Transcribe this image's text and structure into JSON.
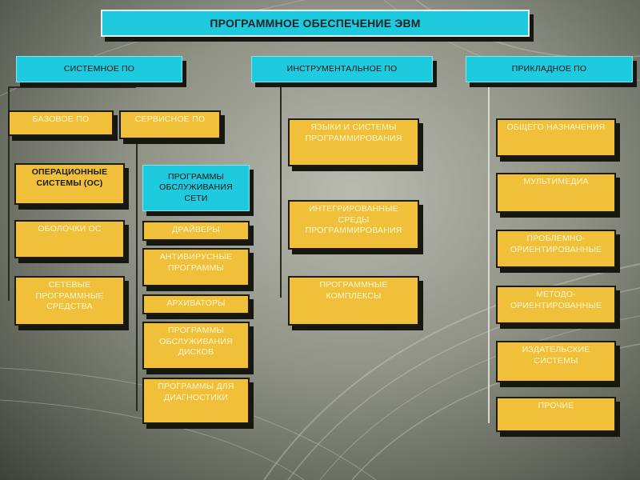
{
  "title": "ПРОГРАММНОЕ ОБЕСПЕЧЕНИЕ ЭВМ",
  "columns": {
    "system": "СИСТЕМНОЕ  ПО",
    "instrumental": "ИНСТРУМЕНТАЛЬНОЕ  ПО",
    "applied": "ПРИКЛАДНОЕ  ПО"
  },
  "system": {
    "base": "БАЗОВОЕ ПО",
    "service": "СЕРВИСНОЕ ПО",
    "base_items": [
      "ОПЕРАЦИОННЫЕ СИСТЕМЫ (ОС)",
      "ОБОЛОЧКИ ОС",
      "СЕТЕВЫЕ ПРОГРАММНЫЕ СРЕДСТВА"
    ],
    "service_items": [
      "ПРОГРАММЫ ОБСЛУЖИВАНИЯ СЕТИ",
      "ДРАЙВЕРЫ",
      "АНТИВИРУСНЫЕ ПРОГРАММЫ",
      "АРХИВАТОРЫ",
      "ПРОГРАММЫ ОБСЛУЖИВАНИЯ ДИСКОВ",
      "ПРОГРАММЫ ДЛЯ ДИАГНОСТИКИ"
    ]
  },
  "instrumental_items": [
    "ЯЗЫКИ И СИСТЕМЫ ПРОГРАММИРОВАНИЯ",
    "ИНТЕГРИРОВАННЫЕ СРЕДЫ ПРОГРАММИРОВАНИЯ",
    "ПРОГРАММНЫЕ КОМПЛЕКСЫ"
  ],
  "applied_items": [
    "ОБЩЕГО НАЗНАЧЕНИЯ",
    "МУЛЬТИМЕДИА",
    "ПРОБЛЕМНО-ОРИЕНТИРОВАННЫЕ",
    "МЕТОДО-ОРИЕНТИРОВАННЫЕ",
    "ИЗДАТЕЛЬСКИЕ СИСТЕМЫ",
    "ПРОЧИЕ"
  ],
  "colors": {
    "cyan": "#1ecbde",
    "yellow": "#f0c03a",
    "background": "#8f9285"
  }
}
